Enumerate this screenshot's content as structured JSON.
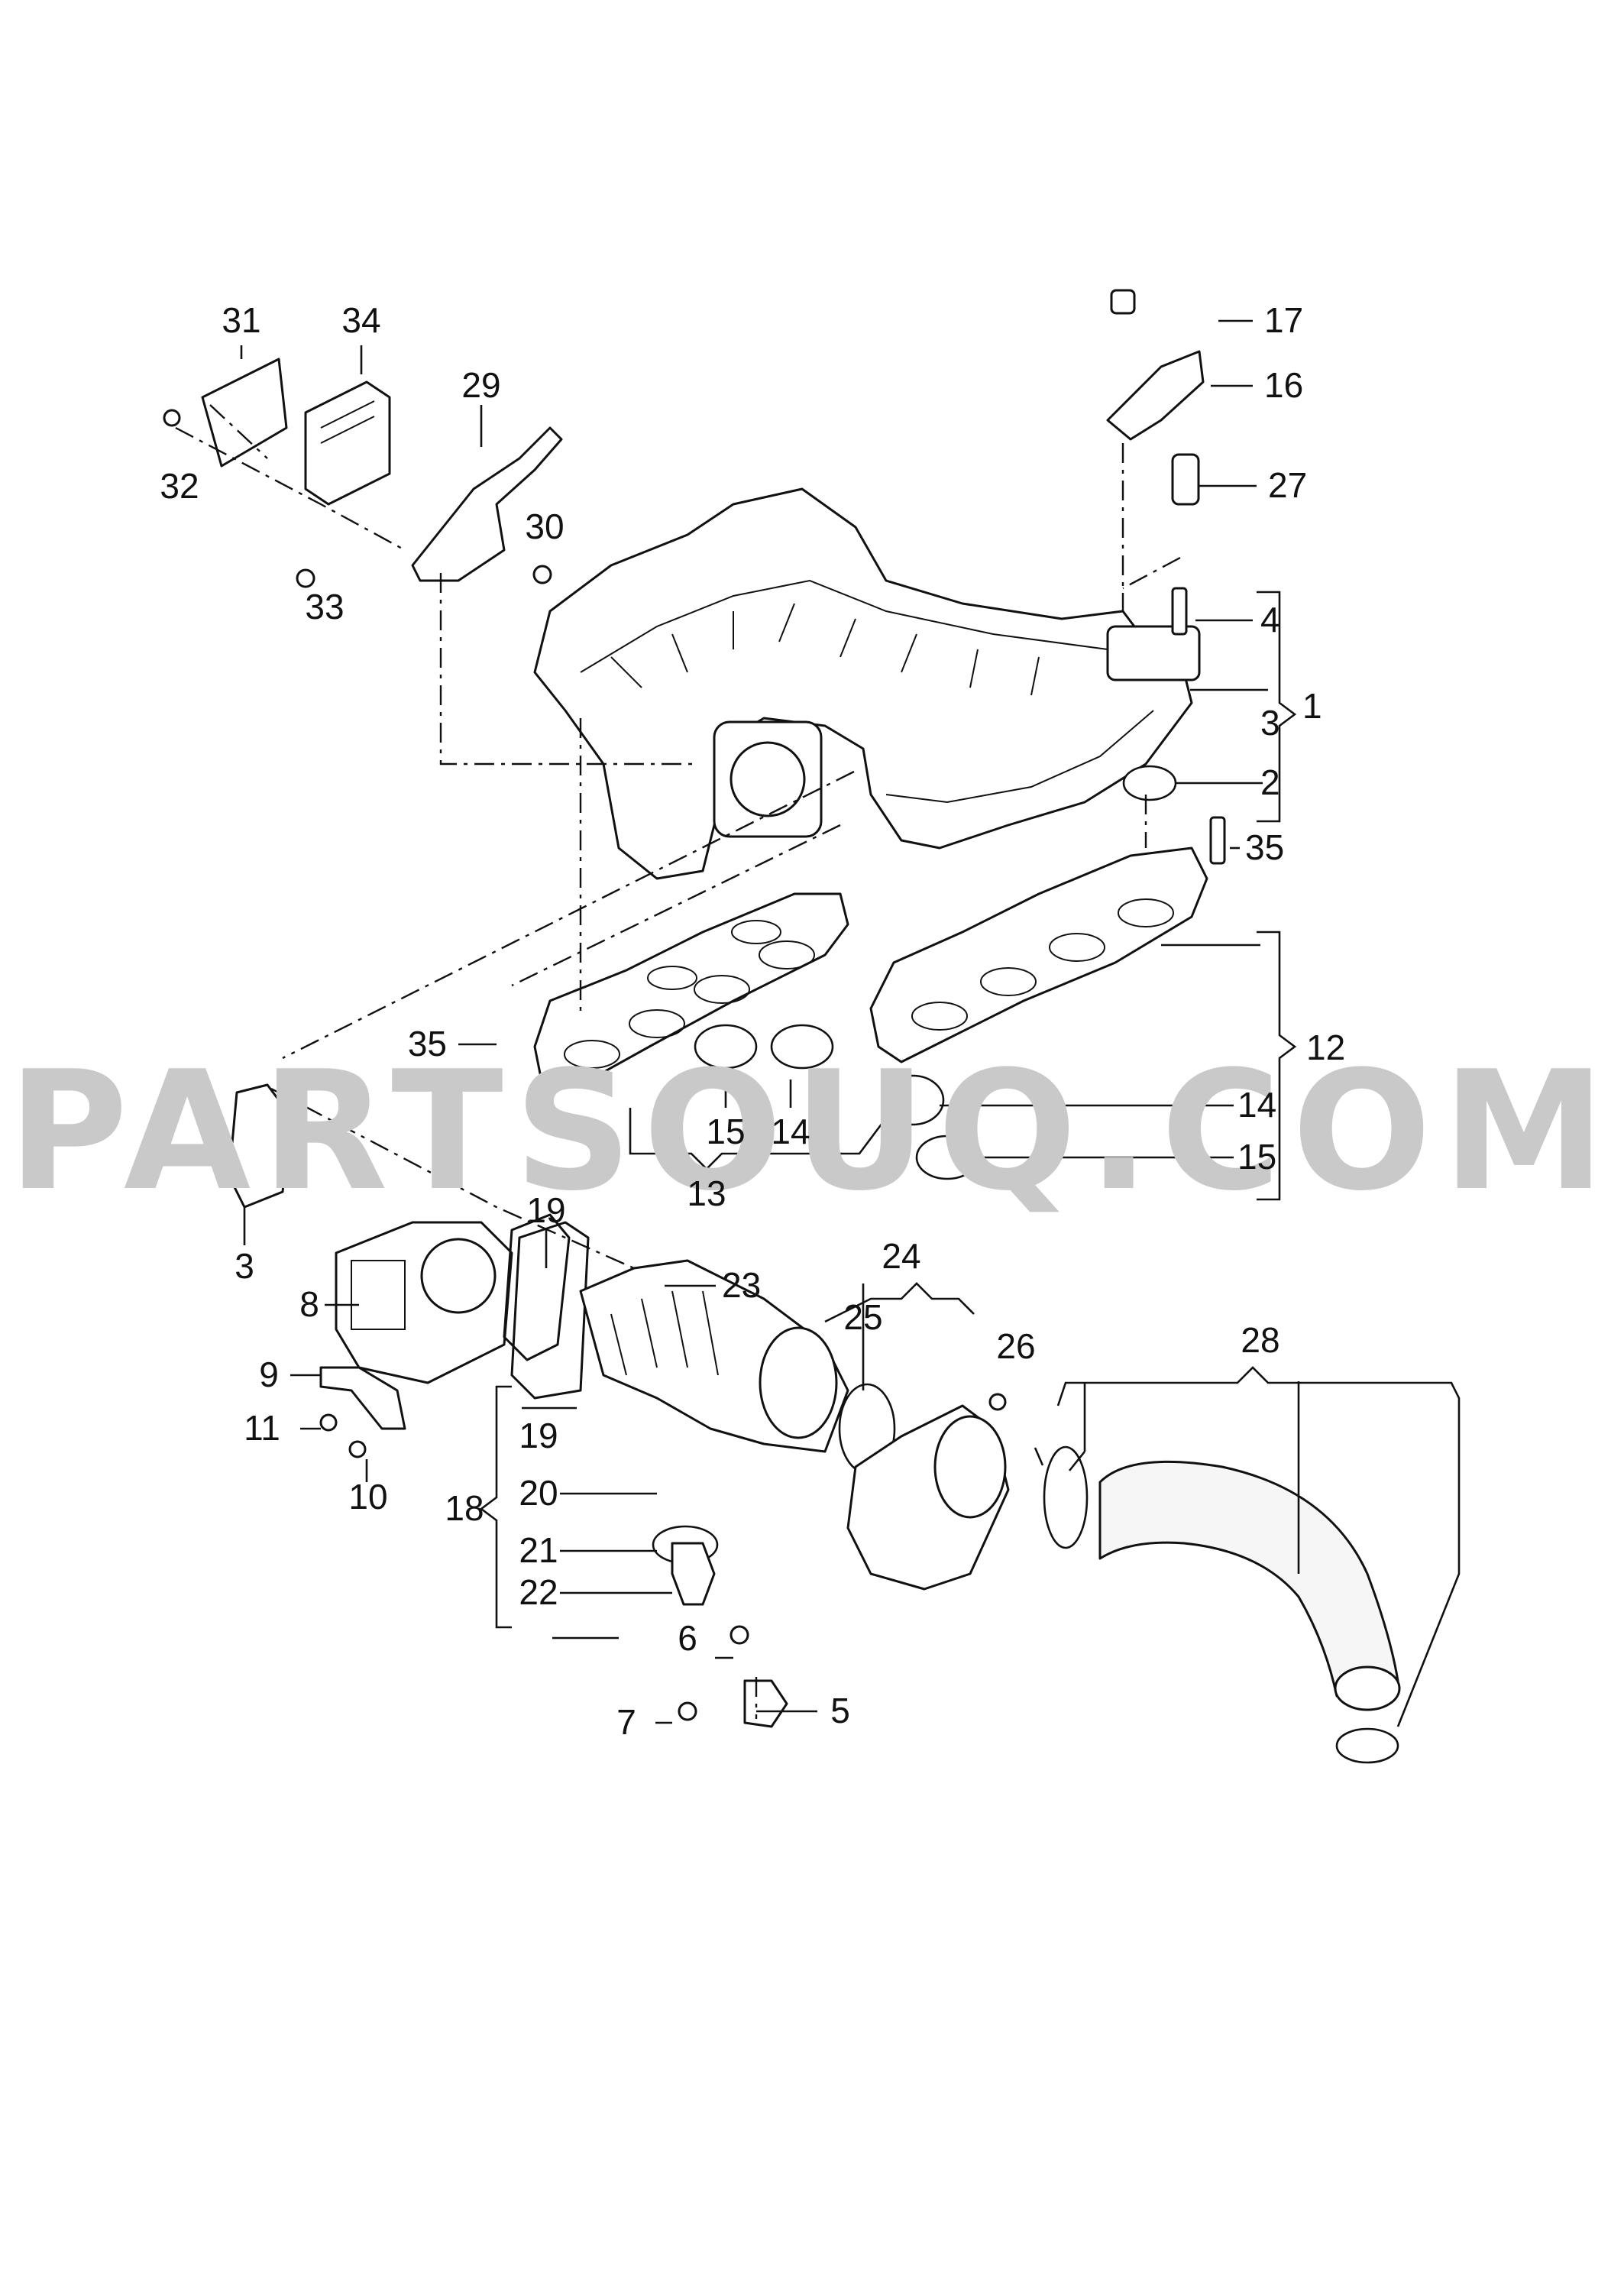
{
  "watermark": "PARTSOUQ.COM",
  "callouts": {
    "c1": "1",
    "c2": "2",
    "c3a": "3",
    "c3b": "3",
    "c4": "4",
    "c5": "5",
    "c6": "6",
    "c7": "7",
    "c8": "8",
    "c9": "9",
    "c10": "10",
    "c11": "11",
    "c12": "12",
    "c13": "13",
    "c14a": "14",
    "c14b": "14",
    "c15a": "15",
    "c15b": "15",
    "c16": "16",
    "c17": "17",
    "c18": "18",
    "c19a": "19",
    "c19b": "19",
    "c20": "20",
    "c21": "21",
    "c22": "22",
    "c23": "23",
    "c24": "24",
    "c25": "25",
    "c26": "26",
    "c27": "27",
    "c28": "28",
    "c29": "29",
    "c30": "30",
    "c31": "31",
    "c32": "32",
    "c33": "33",
    "c34": "34",
    "c35a": "35",
    "c35b": "35"
  },
  "colors": {
    "line": "#111111",
    "watermark": "#c9c9c9",
    "background": "#ffffff"
  }
}
